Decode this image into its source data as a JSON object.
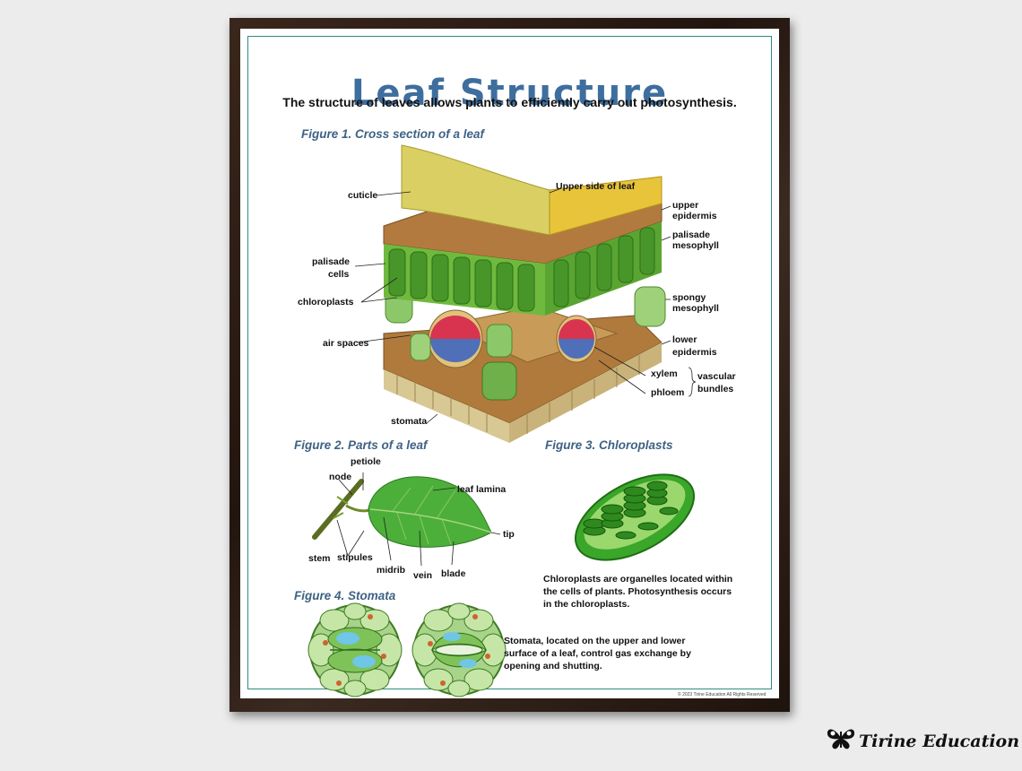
{
  "poster": {
    "title": "Leaf Structure",
    "subtitle": "The structure of leaves allows plants to efficiently carry out photosynthesis.",
    "copyright": "© 2023 Tirine Education  All Rights Reserved"
  },
  "figure1": {
    "caption": "Figure 1. Cross section of a leaf",
    "labels": {
      "cuticle": "cuticle",
      "upper_side": "Upper side of leaf",
      "upper_epidermis_1": "upper",
      "upper_epidermis_2": "epidermis",
      "palisade_mesophyll_1": "palisade",
      "palisade_mesophyll_2": "mesophyll",
      "palisade_cells_1": "palisade",
      "palisade_cells_2": "cells",
      "chloroplasts": "chloroplasts",
      "spongy_mesophyll_1": "spongy",
      "spongy_mesophyll_2": "mesophyll",
      "air_spaces": "air spaces",
      "lower_epidermis_1": "lower",
      "lower_epidermis_2": "epidermis",
      "xylem": "xylem",
      "phloem": "phloem",
      "vascular_bundles_1": "vascular",
      "vascular_bundles_2": "bundles",
      "stomata": "stomata"
    }
  },
  "figure2": {
    "caption": "Figure 2. Parts of a leaf",
    "labels": {
      "petiole": "petiole",
      "node": "node",
      "leaf_lamina": "leaf lamina",
      "tip": "tip",
      "stem": "stem",
      "stipules": "stipules",
      "midrib": "midrib",
      "vein": "vein",
      "blade": "blade"
    }
  },
  "figure3": {
    "caption": "Figure 3. Chloroplasts",
    "text_1": "Chloroplasts are organelles located within",
    "text_2": "the cells of plants. Photosynthesis occurs",
    "text_3": "in the chloroplasts."
  },
  "figure4": {
    "caption": "Figure 4. Stomata",
    "text_1": "Stomata, located on the upper and lower",
    "text_2": "surface of a leaf, control gas exchange by",
    "text_3": "opening and shutting."
  },
  "brand": {
    "name": "Tirine Education",
    "icon": "butterfly-icon"
  },
  "colors": {
    "title": "#3e6e9e",
    "caption": "#3e6284",
    "border": "#2f8c7e",
    "frame": "#2f1e15",
    "leaf_green": "#4caf3a",
    "cuticle_yellow": "#d9cf63",
    "xylem_red": "#d8344f",
    "phloem_blue": "#4f6fb8"
  }
}
